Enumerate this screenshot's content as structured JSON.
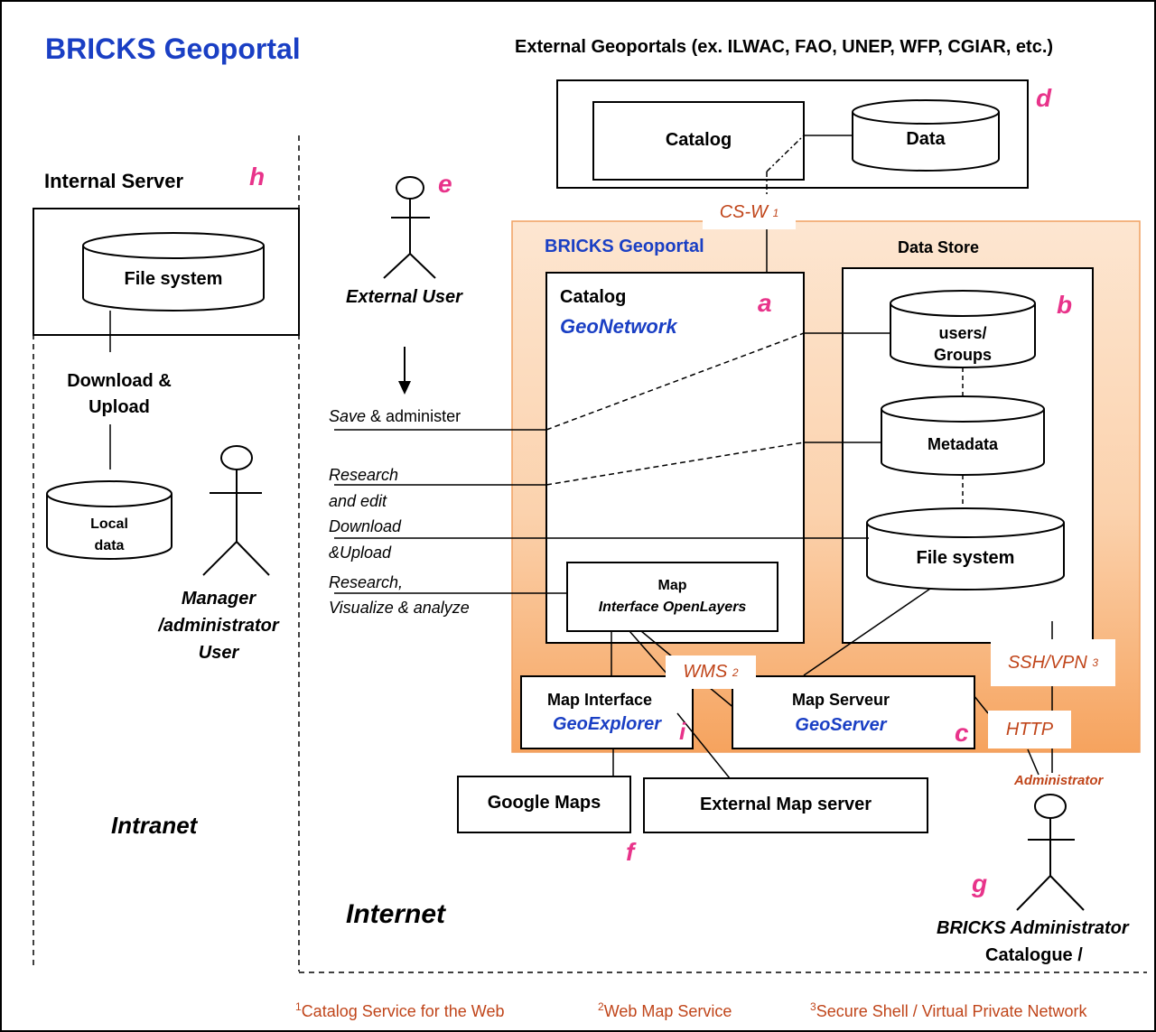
{
  "title": "BRICKS Geoportal",
  "external": {
    "heading": "External Geoportals (ex. ILWAC, FAO, UNEP, WFP, CGIAR, etc.)",
    "catalog": "Catalog",
    "data": "Data",
    "letter": "d",
    "csw": "CS-W",
    "csw_sup": "1"
  },
  "internal": {
    "heading": "Internal Server",
    "letter": "h",
    "file_system": "File system",
    "transfer_line1": "Download &",
    "transfer_line2": "Upload",
    "local_line1": "Local",
    "local_line2": "data",
    "manager_line1": "Manager",
    "manager_line2": "/administrator",
    "manager_line3": "User",
    "intranet": "Intranet"
  },
  "external_user": {
    "letter": "e",
    "label": "External User"
  },
  "actions": {
    "save_italic": "Save",
    "save_rest": " & administer",
    "research_line1": "Research",
    "research_line2": "and edit",
    "download_line1": "Download",
    "download_line2": "&Upload",
    "visualize_line1": "Research,",
    "visualize_line2": "Visualize & analyze"
  },
  "geoportal": {
    "title": "BRICKS Geoportal",
    "catalog_title": "Catalog",
    "catalog_sub": "GeoNetwork",
    "catalog_letter": "a",
    "map_title": "Map",
    "map_sub": "Interface OpenLayers",
    "datastore_title": "Data Store",
    "datastore_letter": "b",
    "users_line1": "users/",
    "users_line2": "Groups",
    "metadata": "Metadata",
    "file_system": "File system",
    "wms": "WMS",
    "wms_sup": "2",
    "ssh": "SSH/VPN",
    "ssh_sup": "3",
    "http": "HTTP",
    "mapint_title": "Map Interface",
    "mapint_sub": "GeoExplorer",
    "mapint_letter": "i",
    "mapserv_title": "Map Serveur",
    "mapserv_sub": "GeoServer",
    "mapserv_letter": "c"
  },
  "bottom": {
    "google": "Google Maps",
    "ext_map": "External Map server",
    "letter_f": "f",
    "letter_g": "g",
    "internet": "Internet",
    "admin_small": "Administrator",
    "admin_line1": "BRICKS Administrator",
    "admin_line2": "Catalogue /"
  },
  "footnotes": {
    "n1": "1",
    "f1": "Catalog Service for the Web",
    "n2": "2",
    "f2": "Web Map Service",
    "n3": "3",
    "f3": "Secure Shell / Virtual Private Network"
  },
  "colors": {
    "title_blue": "#1a3fc4",
    "letter_pink": "#e8338a",
    "protocol_orange": "#c0451a",
    "panel_gradient_top": "#fbe0c8",
    "panel_gradient_bottom": "#f6a35e",
    "panel_border": "#f0a060"
  }
}
